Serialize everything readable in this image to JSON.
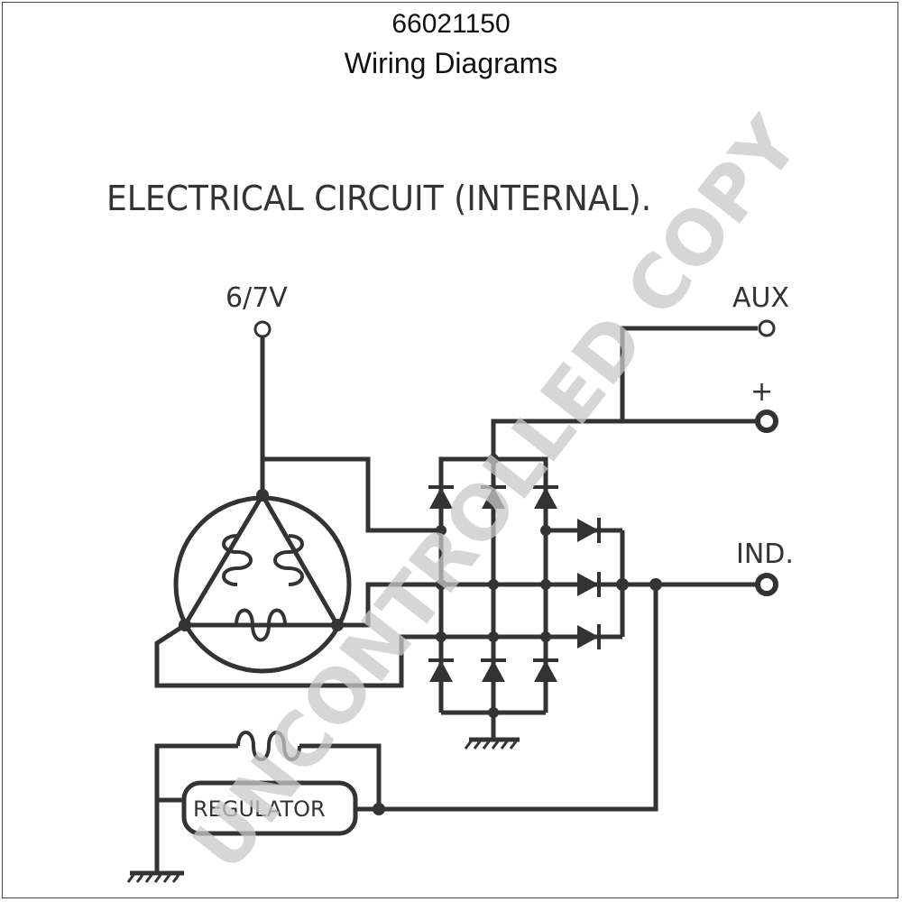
{
  "header": {
    "part_number": "66021150",
    "subtitle": "Wiring Diagrams"
  },
  "diagram": {
    "title": "ELECTRICAL CIRCUIT (INTERNAL).",
    "terminals": {
      "v67": "6/7V",
      "aux": "AUX",
      "plus": "+",
      "ind": "IND."
    },
    "regulator_label": "REGULATOR"
  },
  "watermark": "UNCONTROLLED COPY",
  "colors": {
    "line": "#333333",
    "watermark": "#d0d0d0",
    "background": "#ffffff"
  }
}
